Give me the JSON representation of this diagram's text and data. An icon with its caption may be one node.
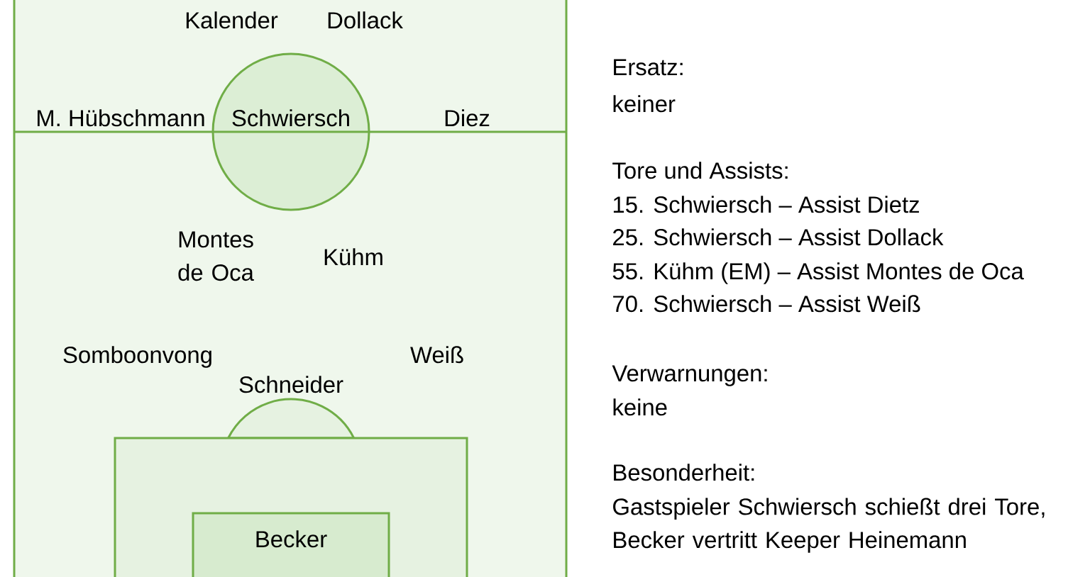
{
  "diagram": {
    "nodes": [
      {
        "text": [
          "Kalender",
          "Dollack",
          "M. Hübschmann",
          "Diez",
          "Montes de Oca",
          "Kühm",
          "Somboonvong",
          "Weiß",
          "Schneider"
        ]
      },
      {
        "text": [
          "Schwiersch"
        ],
        "in": 0
      },
      {
        "text": [],
        "shape": "box",
        "in": 0
      },
      {
        "text": [
          "Becker"
        ],
        "in": 2
      }
    ],
    "labels": [
      "Ersatz:",
      "keiner",
      "Tore und Assists:",
      "15. Schwiersch – Assist Dietz",
      "25. Schwiersch – Assist Dollack",
      "55. Kühm (EM) – Assist Montes de Oca",
      "70. Schwiersch – Assist Weiß",
      "Verwarnungen:",
      "keine",
      "Besonderheit:",
      "Gastspieler Schwiersch schießt drei Tore, Becker vertritt Keeper Heinemann"
    ]
  }
}
